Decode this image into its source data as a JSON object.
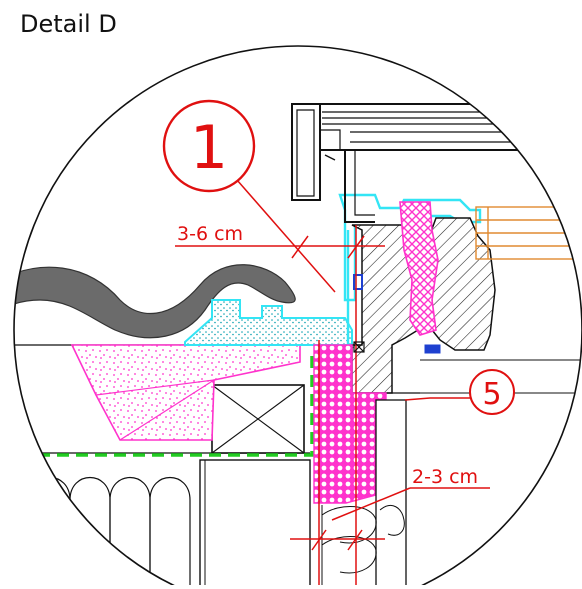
{
  "title": "Detail D",
  "callouts": [
    {
      "number": "1"
    },
    {
      "number": "5"
    }
  ],
  "dimensions": [
    {
      "label": "3-6 cm"
    },
    {
      "label": "2-3 cm"
    }
  ],
  "colors": {
    "callout": "#e01010",
    "insulation_fill": "#ff33cc",
    "frame_cyan": "#33e5f5",
    "profile_blue": "#1e40d0",
    "timber_orange": "#e08a30",
    "membrane_green": "#22cc22",
    "outline": "#111111",
    "roof_tile": "#6b6b6b"
  }
}
